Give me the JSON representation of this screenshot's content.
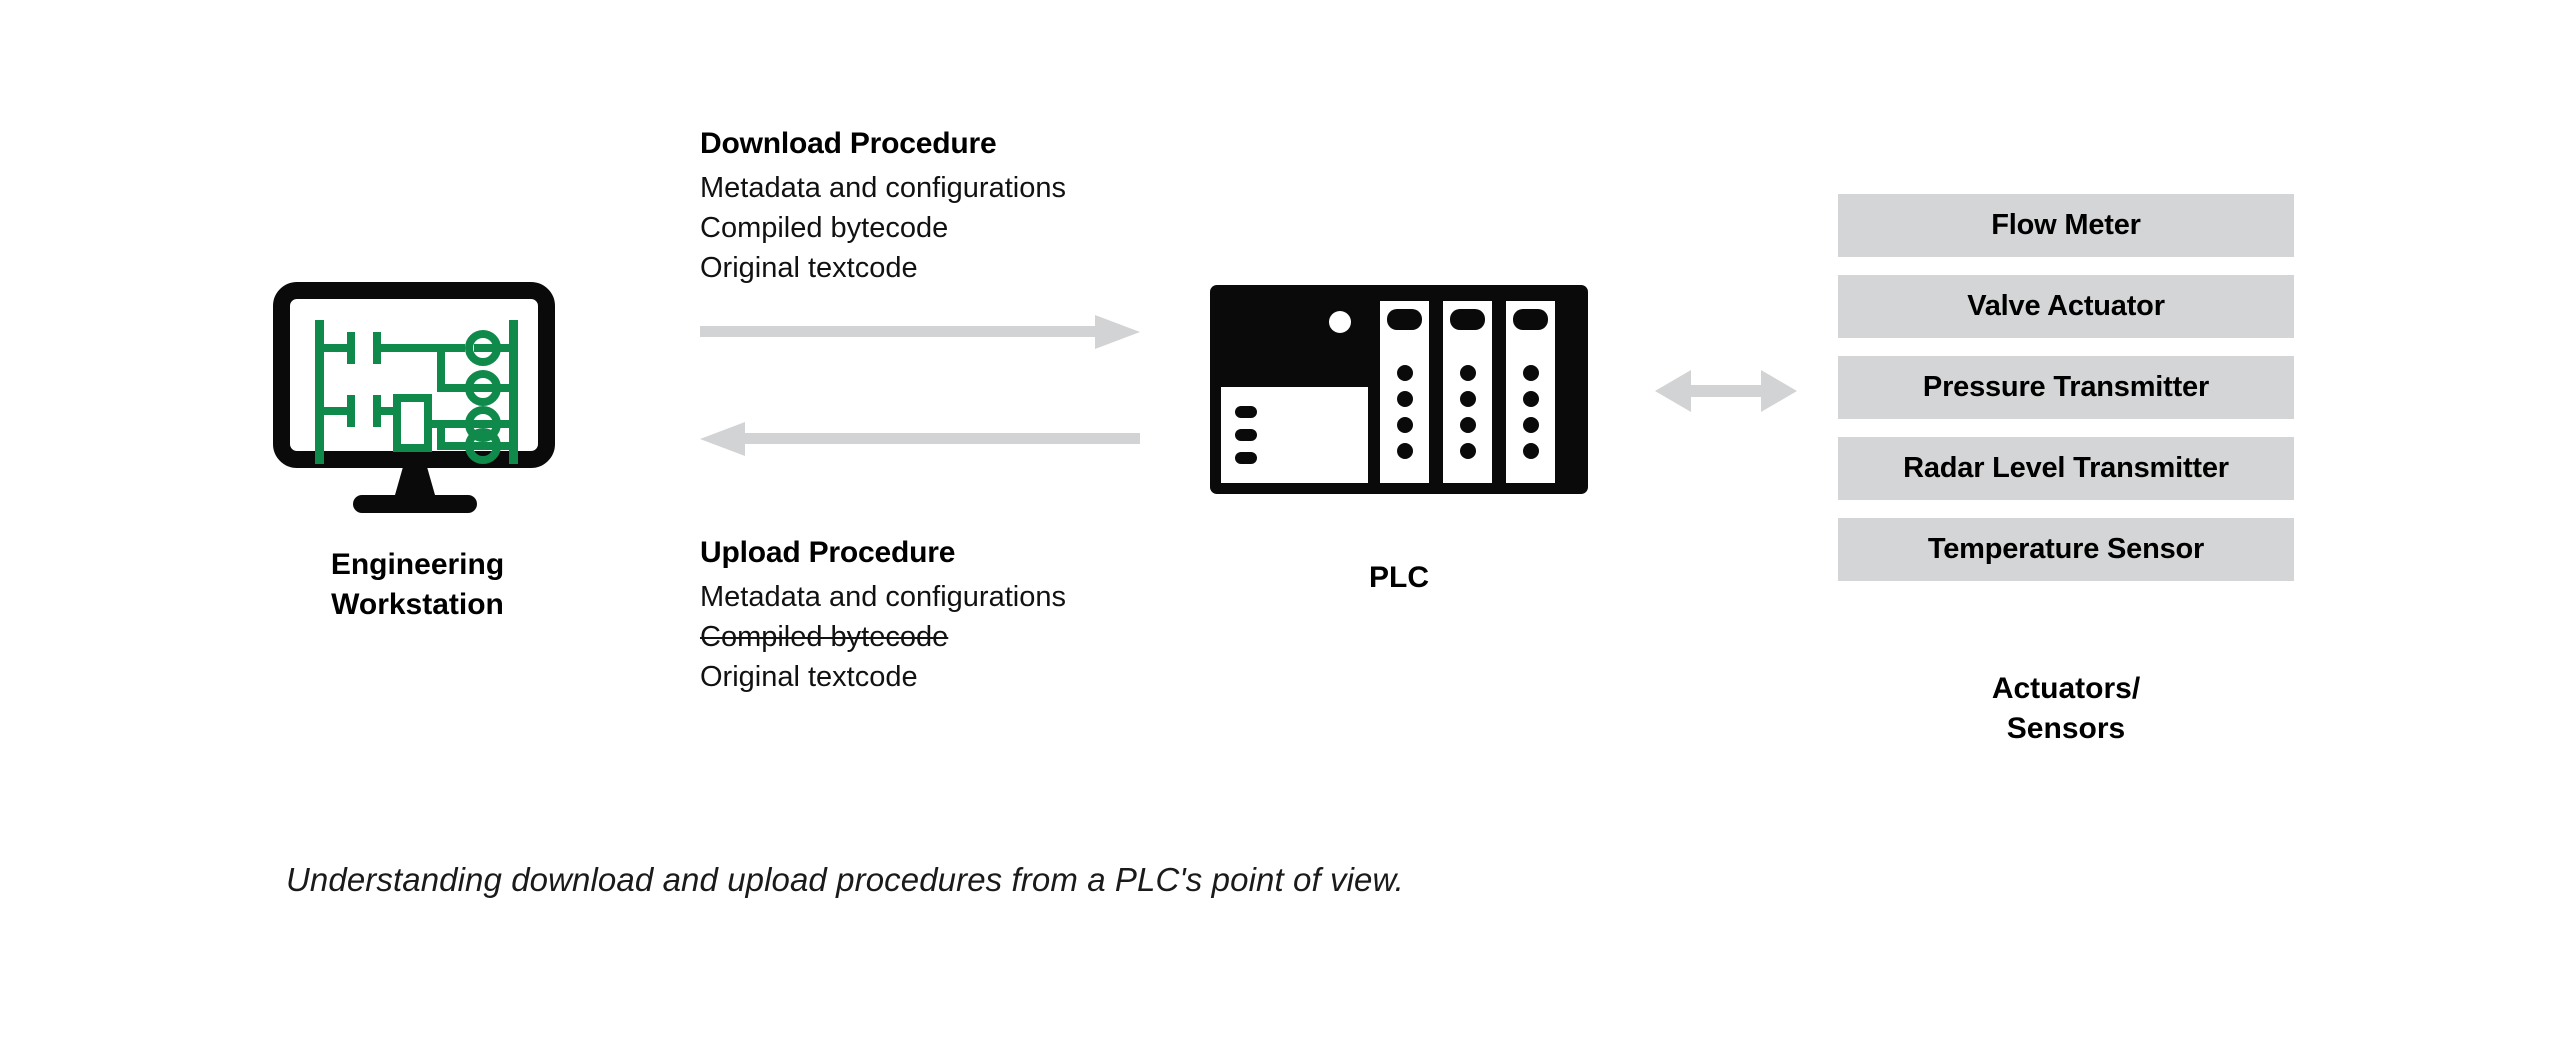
{
  "workstation": {
    "label_line1": "Engineering",
    "label_line2": "Workstation",
    "screen_icon": "ladder-logic-diagram",
    "screen_color": "#0f8a4a"
  },
  "download": {
    "title": "Download Procedure",
    "lines": [
      {
        "text": "Metadata and configurations",
        "struck": false
      },
      {
        "text": "Compiled bytecode",
        "struck": false
      },
      {
        "text": "Original textcode",
        "struck": false
      }
    ]
  },
  "upload": {
    "title": "Upload Procedure",
    "lines": [
      {
        "text": "Metadata and configurations",
        "struck": false
      },
      {
        "text": "Compiled bytecode",
        "struck": true
      },
      {
        "text": "Original textcode",
        "struck": false
      }
    ]
  },
  "arrows": {
    "download_direction": "right",
    "upload_direction": "left",
    "plc_device_direction": "bidirectional",
    "color": "#d2d3d4"
  },
  "plc": {
    "label": "PLC",
    "module_count": 3,
    "dots_per_module": 4,
    "terminal_count": 3,
    "body_color": "#0a0a0a"
  },
  "devices": {
    "label_line1": "Actuators/",
    "label_line2": "Sensors",
    "box_color": "#d4d5d6",
    "items": [
      "Flow Meter",
      "Valve Actuator",
      "Pressure Transmitter",
      "Radar Level Transmitter",
      "Temperature Sensor"
    ]
  },
  "figure": {
    "caption": "Understanding download and upload procedures from a PLC's point of view."
  }
}
